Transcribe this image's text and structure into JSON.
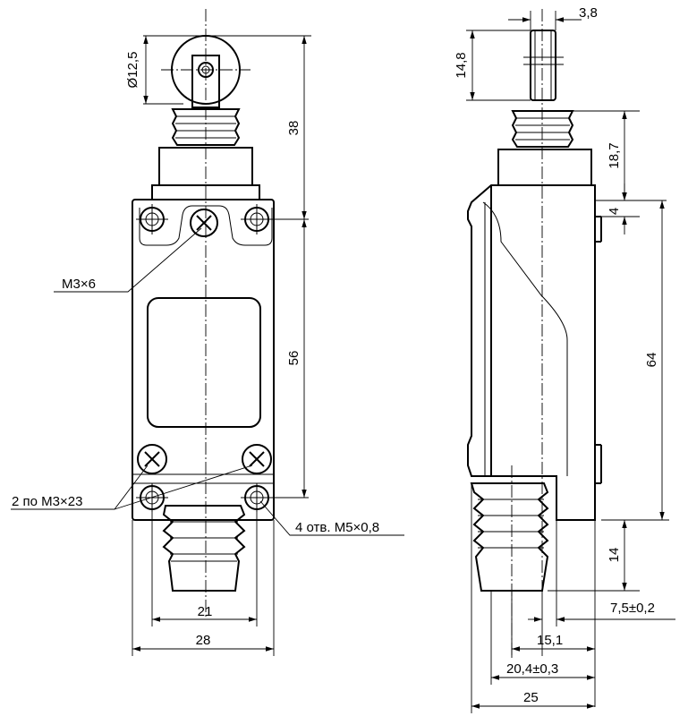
{
  "front_view": {
    "roller_diameter": "Ø12,5",
    "height_top": "38",
    "height_body": "56",
    "width_holes": "21",
    "width_body": "28",
    "callout_screw_top": "M3×6",
    "callout_screws_bottom": "2 по M3×23",
    "callout_holes": "4 отв. M5×0,8"
  },
  "side_view": {
    "roller_width": "3,8",
    "roller_height": "14,8",
    "neck_height": "18,7",
    "step_height": "4",
    "body_height": "64",
    "gland_height": "14",
    "offset_rear": "7,5±0,2",
    "axis_offset": "15,1",
    "axis_offset_tol": "20,4±0,3",
    "total_depth": "25"
  }
}
